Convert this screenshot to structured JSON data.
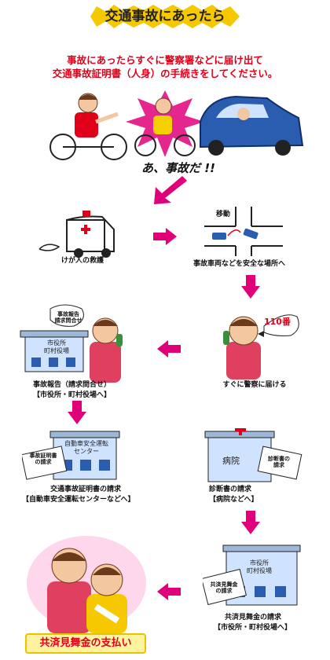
{
  "title": "交通事故にあったら",
  "intro": {
    "line1": "事故にあったらすぐに警察署などに届け出て",
    "line2": "交通事故証明書（人身）の手続きをしてください。"
  },
  "exclaim": "あ、事故だ !!",
  "steps": {
    "rescue": "けが人の救護",
    "move_vehicle": "事故車両などを安全な場所へ",
    "move_label": "移動",
    "police_call": "110番",
    "report_police": "すぐに警察に届ける",
    "accident_report_sign_1": "事故報告",
    "accident_report_sign_2": "請求問合せ",
    "city_office_1": "市役所",
    "city_office_2": "町村役場",
    "accident_report_line1": "事故報告（請求問合せ）",
    "accident_report_line2": "【市役所・町村役場へ】",
    "safety_center_1": "自動車安全運転",
    "safety_center_2": "センター",
    "cert_sign_1": "事故証明書",
    "cert_sign_2": "の請求",
    "cert_line1": "交通事故証明書の請求",
    "cert_line2": "【自動車安全運転センターなどへ】",
    "hospital_label": "病院",
    "diag_sign_1": "診断書の",
    "diag_sign_2": "請求",
    "diag_line1": "診断書の請求",
    "diag_line2": "【病院などへ】",
    "mutual_sign_1": "共済見舞金",
    "mutual_sign_2": "の請求",
    "city_office2_1": "市役所",
    "city_office2_2": "町村役場",
    "mutual_line1": "共済見舞金の請求",
    "mutual_line2": "【市役所・町村役場へ】"
  },
  "final_label": "共済見舞金の支払い",
  "colors": {
    "accent": "#e0001a",
    "arrow": "#e0007a",
    "title_bg": "#f5c800"
  }
}
